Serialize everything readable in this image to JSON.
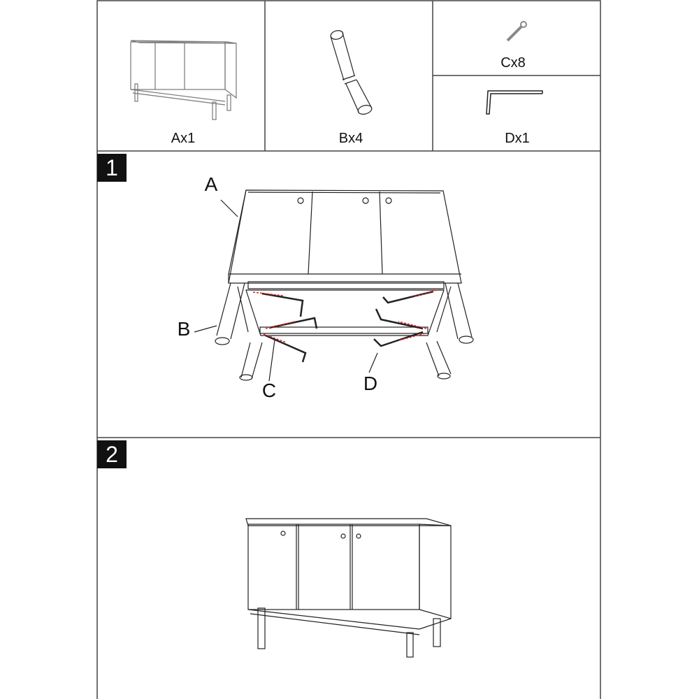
{
  "parts": [
    {
      "id": "A",
      "label": "Ax1"
    },
    {
      "id": "B",
      "label": "Bx4"
    },
    {
      "id": "C",
      "label": "Cx8"
    },
    {
      "id": "D",
      "label": "Dx1"
    }
  ],
  "steps": [
    {
      "number": "1",
      "callouts": {
        "a": "A",
        "b": "B",
        "c": "C",
        "d": "D"
      }
    },
    {
      "number": "2"
    }
  ],
  "colors": {
    "line": "#222222",
    "arrow": "#e02020"
  }
}
